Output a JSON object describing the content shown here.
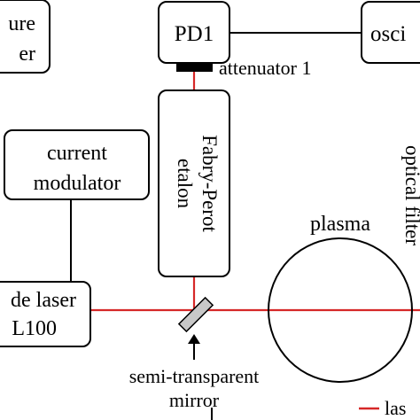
{
  "diagram": {
    "boxes": {
      "temperature_laser": {
        "line1": "ure",
        "line2": "er"
      },
      "pd1": {
        "label": "PD1"
      },
      "oscilloscope": {
        "label": "osci"
      },
      "current_modulator": {
        "line1": "current",
        "line2": "modulator"
      },
      "fabry_perot": {
        "line1": "Fabry-Perot",
        "line2": "etalon"
      },
      "diode_laser": {
        "line1": "de laser",
        "line2": "L100"
      }
    },
    "labels": {
      "attenuator": "attenuator 1",
      "optical_filter": "optical filter",
      "plasma": "plasma",
      "mirror_line1": "semi-transparent",
      "mirror_line2": "mirror",
      "legend_laser": "las"
    },
    "colors": {
      "laser_beam": "#d62828",
      "line": "#000000",
      "mirror_fill": "#c8c8c8"
    }
  }
}
